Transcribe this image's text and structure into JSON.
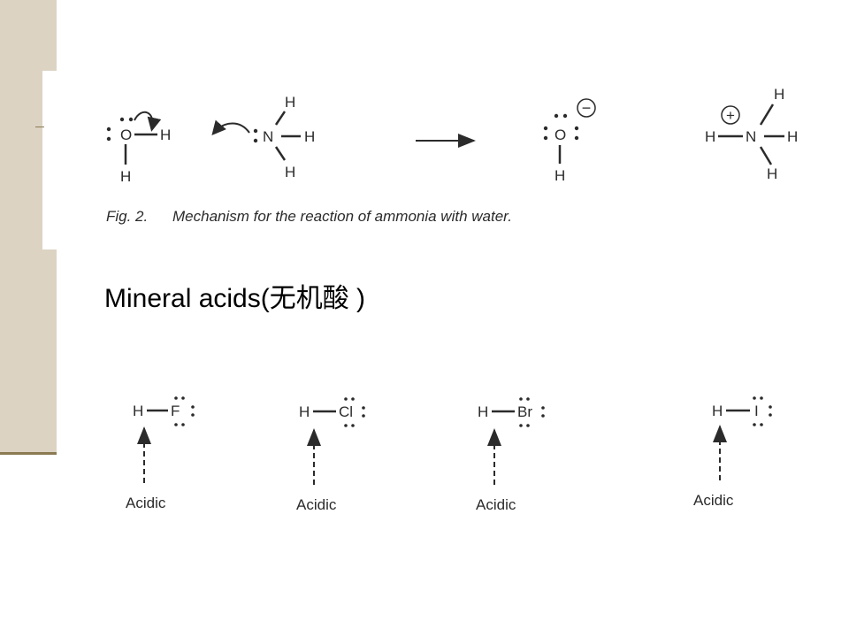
{
  "figure": {
    "caption_label": "Fig. 2.",
    "caption_text": "Mechanism for the reaction of ammonia with water.",
    "water": {
      "center": "O",
      "right": "H",
      "bottom": "H"
    },
    "ammonia": {
      "center": "N",
      "top": "H",
      "right": "H",
      "bottom": "H"
    },
    "hydroxide": {
      "center": "O",
      "bottom": "H",
      "charge": "−"
    },
    "ammonium": {
      "center": "N",
      "left": "H",
      "top": "H",
      "right": "H",
      "bottom": "H",
      "charge": "+"
    }
  },
  "heading": {
    "text": "Mineral  acids(无机酸 )"
  },
  "acids": [
    {
      "h": "H",
      "x": "F",
      "label": "Acidic"
    },
    {
      "h": "H",
      "x": "Cl",
      "label": "Acidic"
    },
    {
      "h": "H",
      "x": "Br",
      "label": "Acidic"
    },
    {
      "h": "H",
      "x": "I",
      "label": "Acidic"
    }
  ],
  "colors": {
    "sidebar": "#dcd3c3",
    "sidebar_line": "#8a7a52",
    "ink": "#2b2b2b"
  }
}
